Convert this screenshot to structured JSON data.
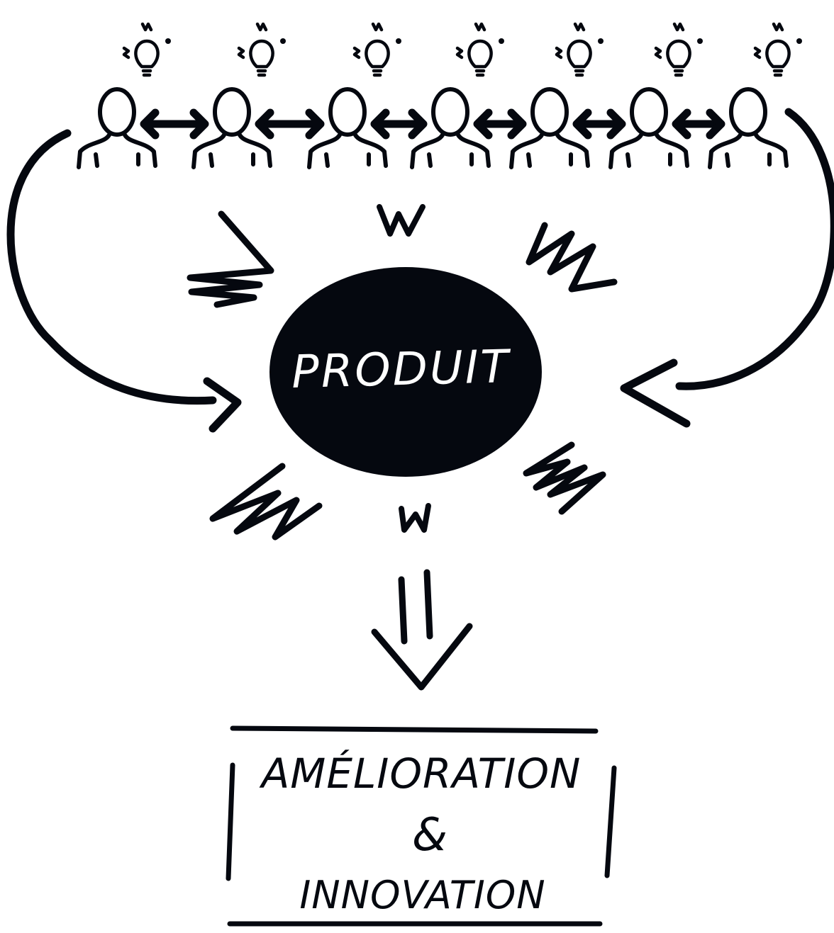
{
  "labels": {
    "center": "PRODUIT",
    "outcome_line1": "AMÉLIORATION",
    "outcome_line2": "&",
    "outcome_line3": "INNOVATION"
  },
  "people": [
    {
      "name": "person-1"
    },
    {
      "name": "person-2"
    },
    {
      "name": "person-3"
    },
    {
      "name": "person-4"
    },
    {
      "name": "person-5"
    },
    {
      "name": "person-6"
    },
    {
      "name": "person-7"
    }
  ],
  "colors": {
    "ink": "#05080f",
    "paper": "#ffffff"
  }
}
